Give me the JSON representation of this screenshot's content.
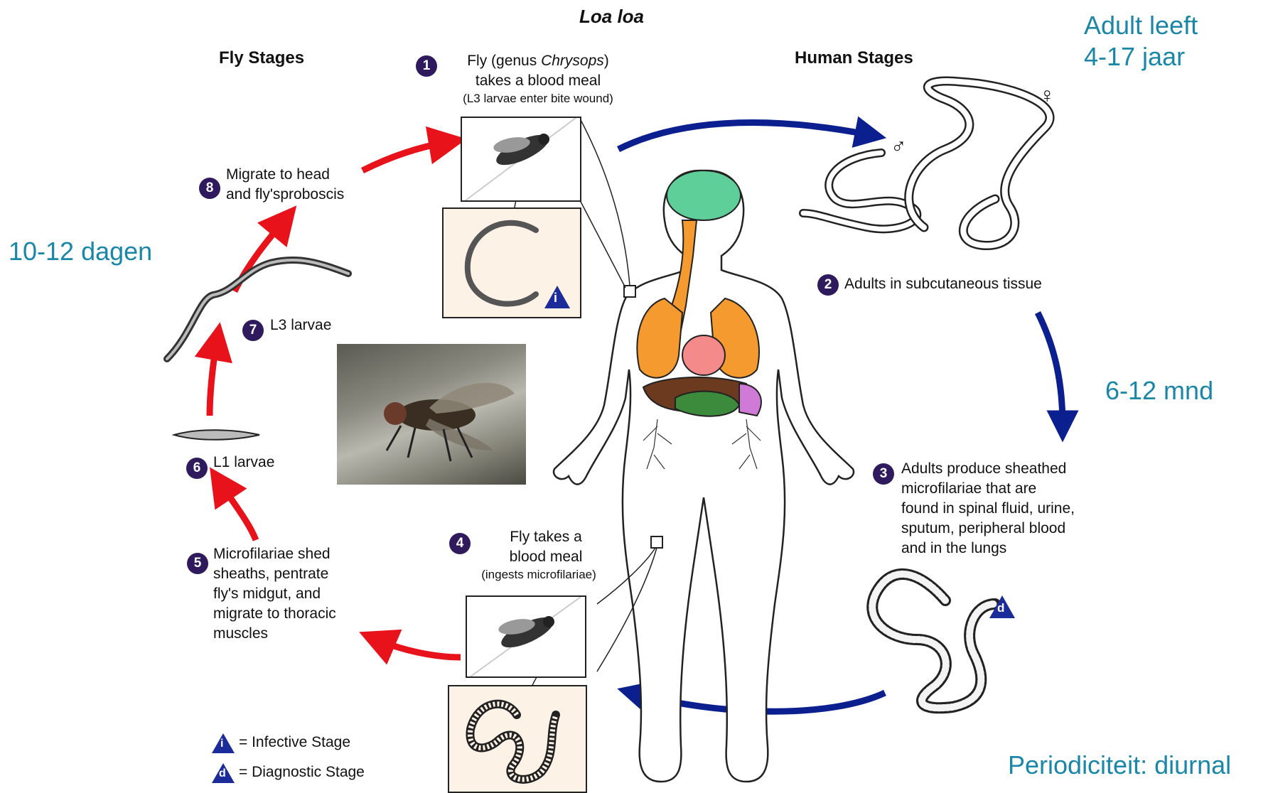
{
  "title": "Loa loa",
  "headers": {
    "fly": "Fly Stages",
    "human": "Human Stages"
  },
  "notes": {
    "adult_line1": "Adult leeft",
    "adult_line2": "4-17 jaar",
    "days": "10-12 dagen",
    "months": "6-12 mnd",
    "periodicity": "Periodiciteit: diurnal"
  },
  "steps": {
    "s1": {
      "num": "1",
      "l1a": "Fly (genus ",
      "l1b": "Chrysops",
      "l1c": ")",
      "l2": "takes a blood meal",
      "l3": "(L3 larvae enter bite wound)"
    },
    "s2": {
      "num": "2",
      "text": "Adults in subcutaneous tissue"
    },
    "s3": {
      "num": "3",
      "l1": "Adults produce sheathed",
      "l2": "microfilariae that are",
      "l3": "found in spinal fluid, urine,",
      "l4": "sputum, peripheral blood",
      "l5": "and in the lungs"
    },
    "s4": {
      "num": "4",
      "l1": "Fly takes a",
      "l2": "blood meal",
      "l3": "(ingests microfilariae)"
    },
    "s5": {
      "num": "5",
      "l1": "Microfilariae shed",
      "l2": "sheaths, pentrate",
      "l3": "fly's midgut, and",
      "l4": "migrate to thoracic",
      "l5": "muscles"
    },
    "s6": {
      "num": "6",
      "text": "L1 larvae"
    },
    "s7": {
      "num": "7",
      "text": "L3 larvae"
    },
    "s8": {
      "num": "8",
      "l1": "Migrate to head",
      "l2": "and fly'sproboscis"
    }
  },
  "symbols": {
    "male": "♂",
    "female": "♀"
  },
  "legend": {
    "i_letter": "i",
    "i_text": "= Infective Stage",
    "d_letter": "d",
    "d_text": "= Diagnostic Stage"
  },
  "colors": {
    "red_arrow": "#e8121b",
    "blue_arrow": "#0b1f8f",
    "note_text": "#1a86a8",
    "step_badge": "#2e1a5c",
    "stage_marker": "#1b2b9a"
  }
}
